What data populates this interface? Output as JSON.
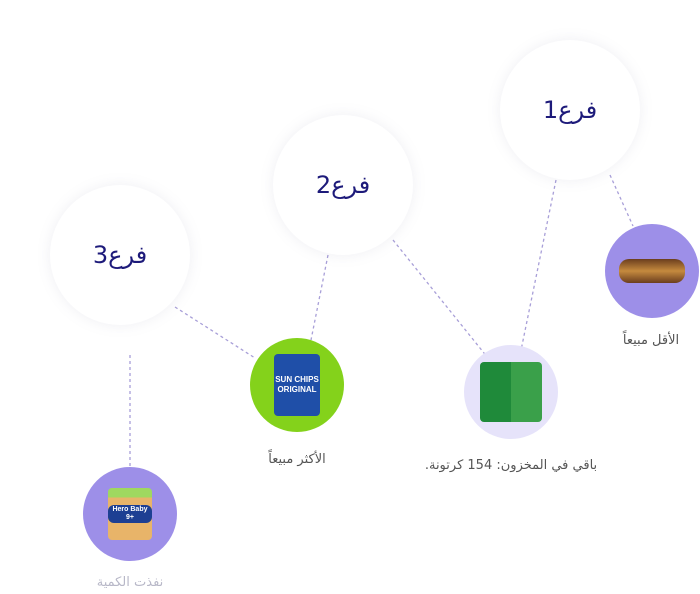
{
  "branches": [
    {
      "label": "فرع1"
    },
    {
      "label": "فرع2"
    },
    {
      "label": "فرع3"
    }
  ],
  "products": [
    {
      "name": "cookie",
      "label": "الأقل مبيعاً",
      "color": "#9d8fe8"
    },
    {
      "name": "sun-chips",
      "label": "الأكثر مبيعاً",
      "color": "#84d21b",
      "brand": "SUN CHIPS ORIGINAL"
    },
    {
      "name": "kabsa",
      "label": "باقي في المخزون: 154 كرتونة.",
      "color": "#e6e3fa"
    },
    {
      "name": "hero-baby",
      "label": "نفذت الكمية",
      "color": "#9d8fe8",
      "brand": "Hero Baby 9+"
    }
  ]
}
